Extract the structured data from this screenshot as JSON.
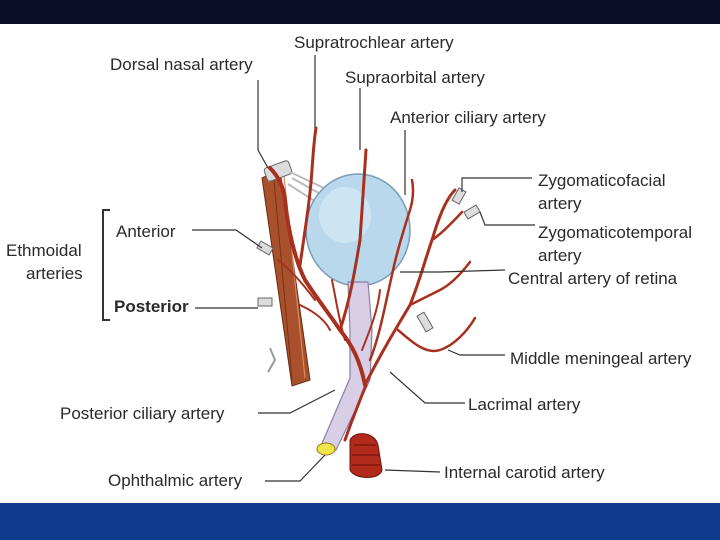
{
  "labels": {
    "dorsal_nasal": "Dorsal nasal artery",
    "supratrochlear": "Supratrochlear artery",
    "supraorbital": "Supraorbital artery",
    "anterior_ciliary": "Anterior ciliary artery",
    "zygomaticofacial_1": "Zygomaticofacial",
    "zygomaticofacial_2": "artery",
    "zygomaticotemporal_1": "Zygomaticotemporal",
    "zygomaticotemporal_2": "artery",
    "central_retina": "Central artery of retina",
    "ethmoidal_1": "Ethmoidal",
    "ethmoidal_2": "arteries",
    "anterior": "Anterior",
    "posterior": "Posterior",
    "middle_meningeal": "Middle meningeal artery",
    "posterior_ciliary": "Posterior ciliary artery",
    "lacrimal": "Lacrimal artery",
    "ophthalmic": "Ophthalmic artery",
    "internal_carotid": "Internal carotid artery"
  },
  "colors": {
    "artery": "#a8301f",
    "eyeball": "#b9d8ec",
    "optic_nerve": "#cfc6e0",
    "muscle": "#a0522d",
    "top_bar": "#0a1028",
    "bottom_bar": "#0e3b8c"
  }
}
